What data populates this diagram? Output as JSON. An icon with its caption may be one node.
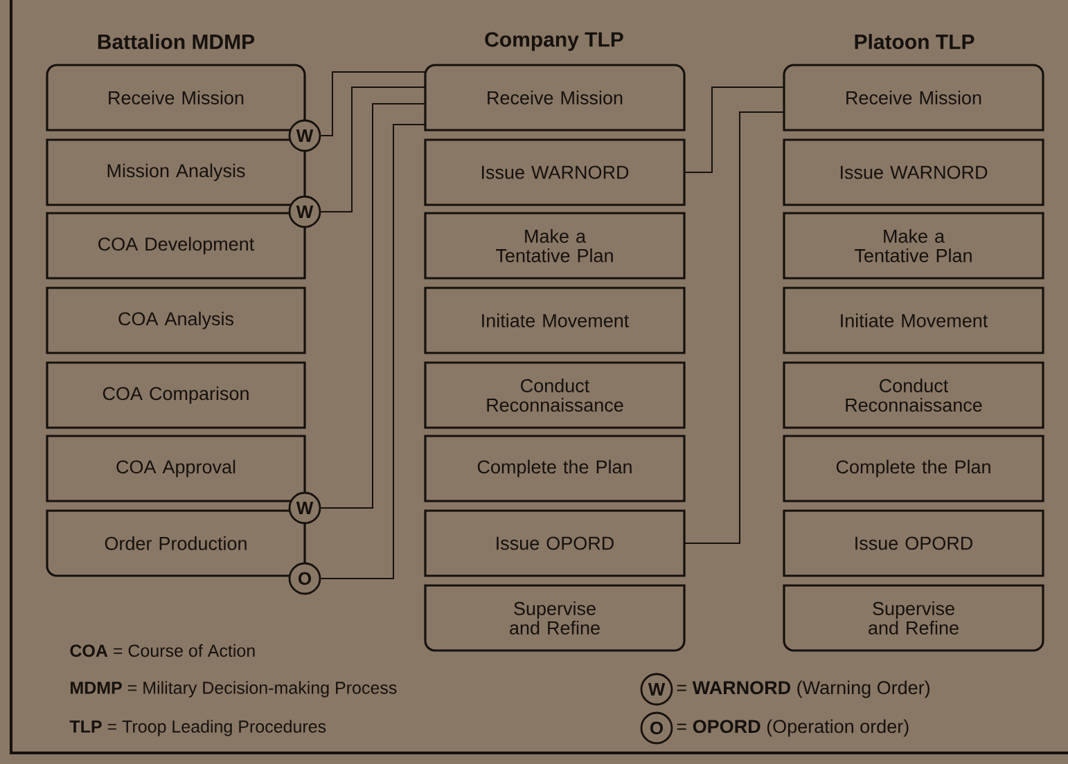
{
  "diagram": {
    "nodes": [
      {
        "text": [
          "Receive Mission"
        ]
      },
      {
        "text": [
          "Mission Analysis"
        ]
      },
      {
        "text": [
          "COA Development"
        ]
      },
      {
        "text": [
          "COA Analysis"
        ]
      },
      {
        "text": [
          "COA Comparison"
        ]
      },
      {
        "text": [
          "COA Approval"
        ]
      },
      {
        "text": [
          "Order Production"
        ]
      },
      {
        "text": [
          "W"
        ]
      },
      {
        "text": [
          "W"
        ]
      },
      {
        "text": [
          "W"
        ]
      },
      {
        "text": [
          "O"
        ]
      },
      {
        "text": [
          "Receive Mission"
        ]
      },
      {
        "text": [
          "Issue WARNORD"
        ]
      },
      {
        "text": [
          "Make a Tentative Plan"
        ]
      },
      {
        "text": [
          "Initiate Movement"
        ]
      },
      {
        "text": [
          "Conduct Reconnaissance"
        ]
      },
      {
        "text": [
          "Complete the Plan"
        ]
      },
      {
        "text": [
          "Issue OPORD"
        ]
      },
      {
        "text": [
          "Supervise and Refine"
        ]
      },
      {
        "text": [
          "Receive Mission"
        ]
      },
      {
        "text": [
          "Issue WARNORD"
        ]
      },
      {
        "text": [
          "Make a Tentative Plan"
        ]
      },
      {
        "text": [
          "Initiate Movement"
        ]
      },
      {
        "text": [
          "Conduct Reconnaissance"
        ]
      },
      {
        "text": [
          "Complete the Plan"
        ]
      },
      {
        "text": [
          "Issue OPORD"
        ]
      },
      {
        "text": [
          "Supervise and Refine"
        ]
      },
      {
        "text": [
          "W"
        ],
        "beside": [
          "= **WARNORD** (Warning Order)"
        ]
      },
      {
        "text": [
          "O"
        ],
        "beside": [
          "= **OPORD** (Operation order)"
        ]
      }
    ],
    "edges": [
      {
        "from": 7,
        "to": 11,
        "arrow": "none"
      },
      {
        "from": 8,
        "to": 11,
        "arrow": "none"
      },
      {
        "from": 9,
        "to": 11,
        "arrow": "none"
      },
      {
        "from": 10,
        "to": 11,
        "arrow": "none"
      },
      {
        "from": 12,
        "to": 19,
        "arrow": "none"
      },
      {
        "from": 17,
        "to": 19,
        "arrow": "none"
      }
    ],
    "labels": [
      "Battalion MDMP",
      "Company TLP",
      "Platoon TLP",
      "**COA** = Course of Action",
      "**MDMP** = Military Decision-making Process",
      "**TLP** = Troop Leading Procedures"
    ]
  }
}
